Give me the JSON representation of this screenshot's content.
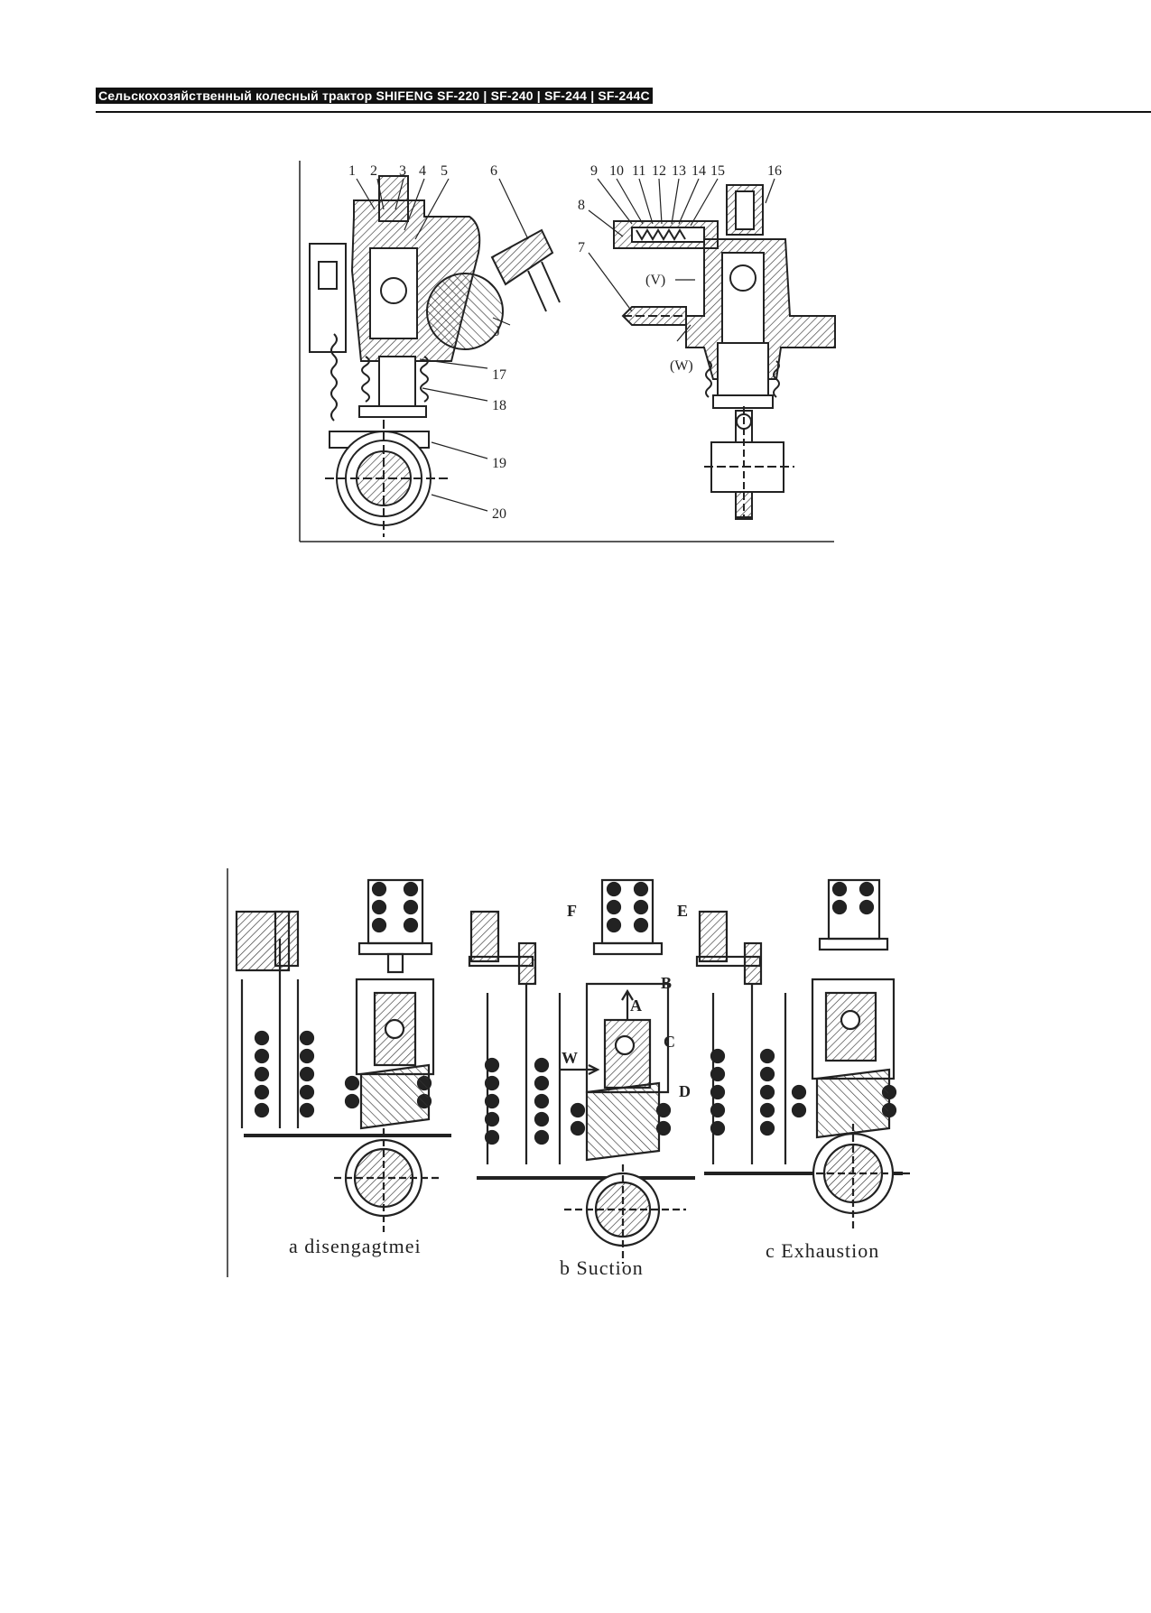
{
  "header": {
    "title": "Сельскохозяйственный колесный трактор SHIFENG SF-220 | SF-240 | SF-244 | SF-244C"
  },
  "figure1": {
    "callouts_left": [
      "1",
      "2",
      "3",
      "4",
      "5",
      "6"
    ],
    "callouts_right": [
      "9",
      "10",
      "11",
      "12",
      "13",
      "14",
      "15",
      "16"
    ],
    "side_labels": [
      "8",
      "7"
    ],
    "callouts_lower": [
      "17",
      "18",
      "19",
      "20"
    ],
    "letter_J": "J",
    "letter_V": "(V)",
    "letter_W": "(W)"
  },
  "figure2": {
    "caption_a": "a disengagtmei",
    "caption_b": "b Suction",
    "caption_c": "c Exhaustion",
    "labels": {
      "F": "F",
      "E": "E",
      "A": "A",
      "B": "B",
      "C": "C",
      "W": "W",
      "D": "D"
    }
  }
}
